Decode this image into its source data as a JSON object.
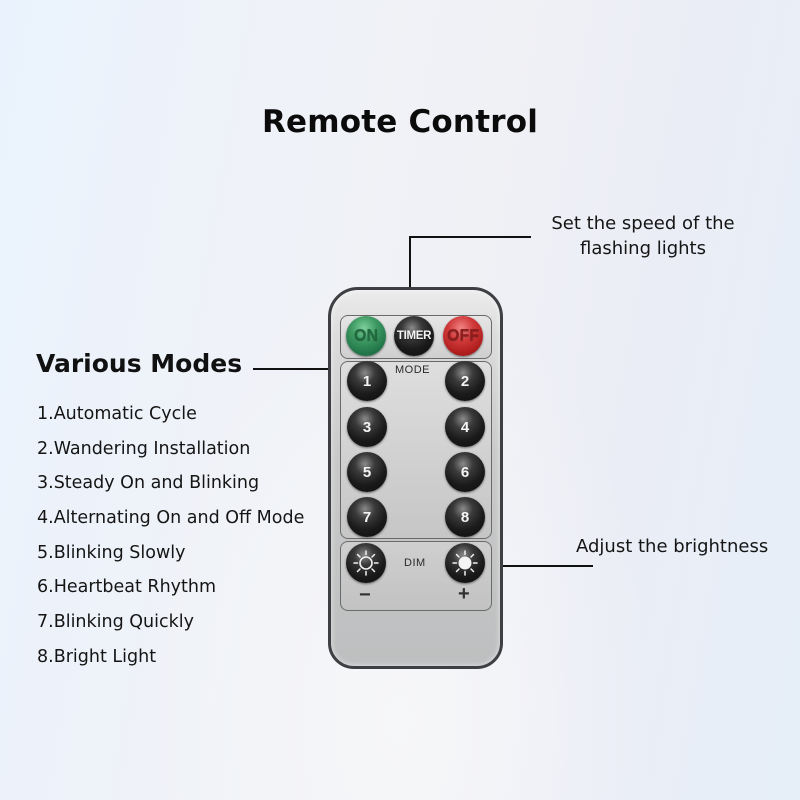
{
  "title": "Remote Control",
  "modes_section": {
    "heading": "Various Modes",
    "items": [
      "1.Automatic Cycle",
      "2.Wandering Installation",
      "3.Steady On and Blinking",
      "4.Alternating On and Off Mode",
      "5.Blinking Slowly",
      "6.Heartbeat Rhythm",
      "7.Blinking Quickly",
      "8.Bright Light"
    ]
  },
  "callouts": {
    "timer": "Set the speed of the flashing lights",
    "dim": "Adjust the brightness"
  },
  "remote": {
    "power_row": {
      "on": {
        "label": "ON",
        "color": "#2f8a55"
      },
      "timer": {
        "label": "TIMER",
        "color": "#1a1a1a"
      },
      "off": {
        "label": "OFF",
        "color": "#c42a2a"
      }
    },
    "mode_label": "MODE",
    "mode_buttons": [
      "1",
      "2",
      "3",
      "4",
      "5",
      "6",
      "7",
      "8"
    ],
    "dim_label": "DIM",
    "dim_minus": "−",
    "dim_plus": "+",
    "dim_down_icon": "sun-outline-icon",
    "dim_up_icon": "sun-filled-icon"
  },
  "colors": {
    "background": "#eef2f8",
    "remote_body": "#c8c9ca",
    "remote_outline": "#3d3f42",
    "leader_line": "#111111"
  }
}
